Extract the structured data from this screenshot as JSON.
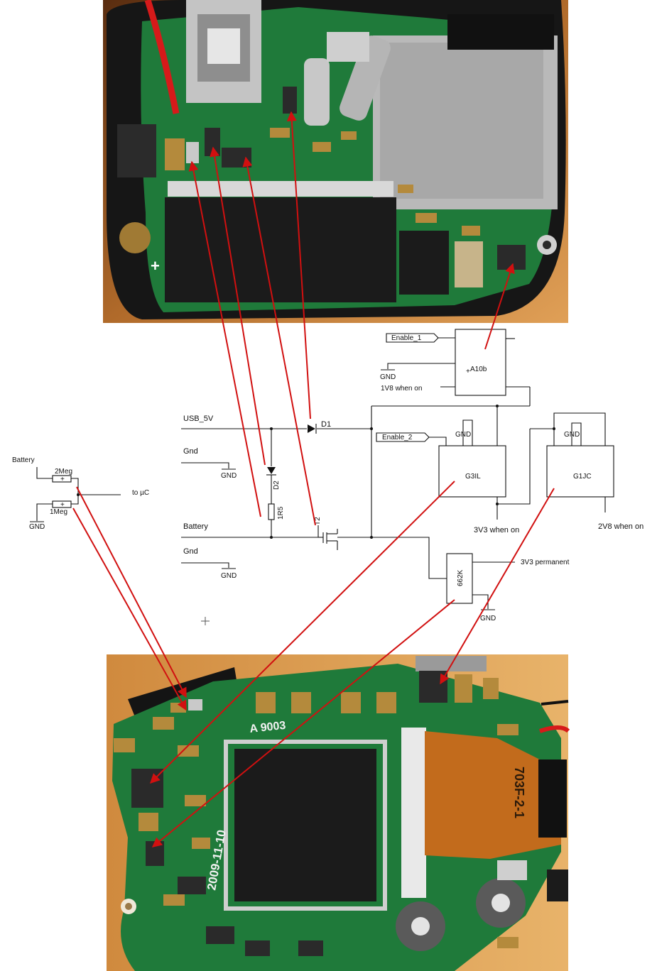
{
  "schematic": {
    "labels": {
      "usb": "USB_5V",
      "gnd1": "Gnd",
      "battery": "Battery",
      "gnd2": "Gnd",
      "d1": "D1",
      "d2": "D2",
      "r1r5": "1R5",
      "t2": "T2",
      "enable1": "Enable_1",
      "enable2": "Enable_2",
      "a10b": "A10b",
      "g3il": "G3IL",
      "g1jc": "G1JC",
      "k662": "662K",
      "out1v8": "1V8 when on",
      "out3v3": "3V3 when on",
      "out2v8": "2V8 when on",
      "out3v3p": "3V3 permanent",
      "gnd_sym": "GND",
      "batt_left": "Battery",
      "r2meg": "2Meg",
      "r1meg": "1Meg",
      "to_uc": "to µC",
      "plus": "+"
    }
  },
  "top_photo": {
    "silkscreen_plus": "+"
  },
  "bottom_photo": {
    "board_text": "A 9003",
    "date_text": "2009-11-10",
    "flex_text": "703F-2-1"
  },
  "colors": {
    "arrow": "#d11010",
    "pcb": "#1f7a3a",
    "wood": "#c98a3a"
  }
}
